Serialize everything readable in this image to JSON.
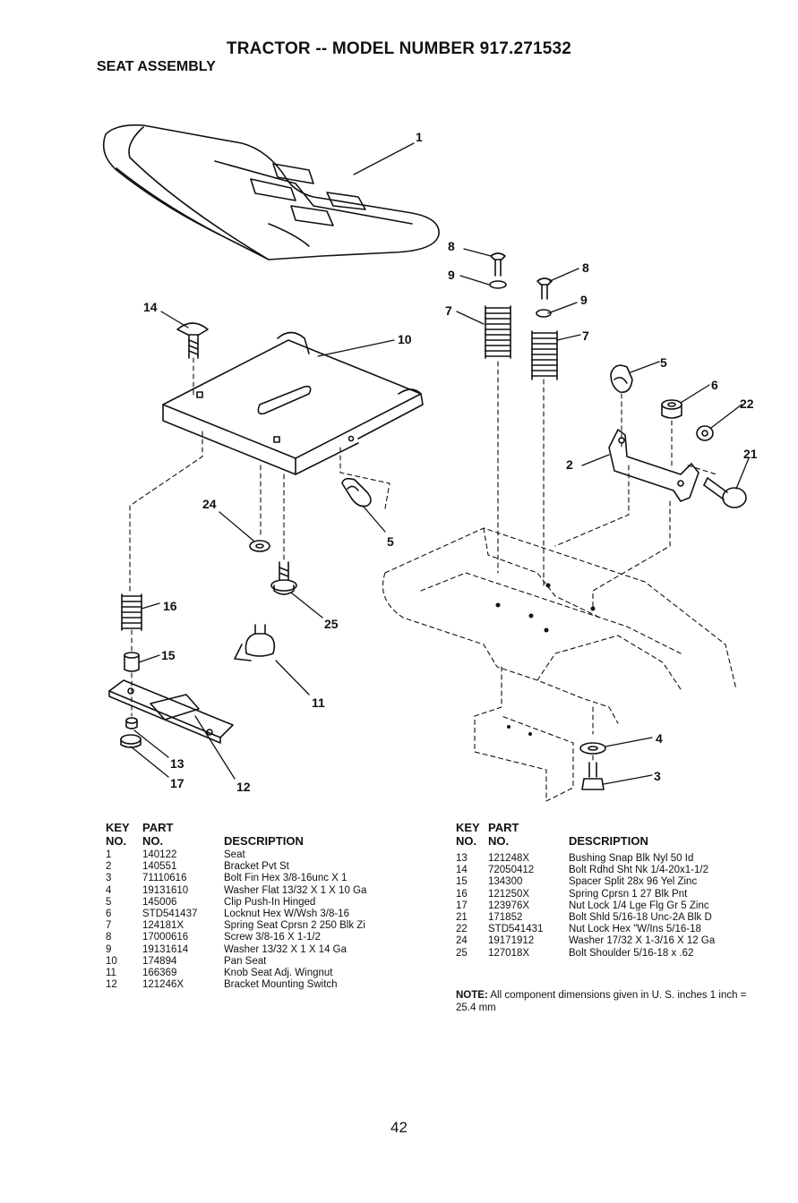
{
  "header": {
    "title": "TRACTOR -- MODEL NUMBER 917.271532",
    "subtitle": "SEAT ASSEMBLY"
  },
  "callouts": [
    "1",
    "14",
    "10",
    "24",
    "5",
    "16",
    "25",
    "15",
    "11",
    "13",
    "17",
    "12",
    "8",
    "9",
    "7",
    "8",
    "9",
    "7",
    "5",
    "6",
    "22",
    "2",
    "21",
    "4",
    "3"
  ],
  "parts_left": {
    "head_key": [
      "KEY",
      "NO."
    ],
    "head_part": [
      "PART",
      "NO."
    ],
    "head_desc": "DESCRIPTION",
    "rows": [
      {
        "key": "1",
        "part": "140122",
        "desc": "Seat"
      },
      {
        "key": "2",
        "part": "140551",
        "desc": "Bracket Pvt St"
      },
      {
        "key": "3",
        "part": "71110616",
        "desc": "Bolt Fin Hex 3/8-16unc X 1"
      },
      {
        "key": "4",
        "part": "19131610",
        "desc": "Washer Flat 13/32 X 1 X 10 Ga"
      },
      {
        "key": "5",
        "part": "145006",
        "desc": "Clip Push-In Hinged"
      },
      {
        "key": "6",
        "part": "STD541437",
        "desc": "Locknut Hex W/Wsh 3/8-16"
      },
      {
        "key": "7",
        "part": "124181X",
        "desc": "Spring Seat Cprsn 2 250 Blk Zi"
      },
      {
        "key": "8",
        "part": "17000616",
        "desc": "Screw 3/8-16 X 1-1/2"
      },
      {
        "key": "9",
        "part": "19131614",
        "desc": "Washer 13/32 X 1 X 14 Ga"
      },
      {
        "key": "10",
        "part": "174894",
        "desc": "Pan Seat"
      },
      {
        "key": "11",
        "part": "166369",
        "desc": "Knob Seat Adj. Wingnut"
      },
      {
        "key": "12",
        "part": "121246X",
        "desc": "Bracket Mounting Switch"
      }
    ]
  },
  "parts_right": {
    "head_key": [
      "KEY",
      "NO."
    ],
    "head_part": [
      "PART",
      "NO."
    ],
    "head_desc": "DESCRIPTION",
    "rows": [
      {
        "key": "13",
        "part": "121248X",
        "desc": "Bushing Snap Blk Nyl 50 Id"
      },
      {
        "key": "14",
        "part": "72050412",
        "desc": "Bolt Rdhd Sht Nk 1/4-20x1-1/2"
      },
      {
        "key": "15",
        "part": "134300",
        "desc": "Spacer Split 28x 96 Yel Zinc"
      },
      {
        "key": "16",
        "part": "121250X",
        "desc": "Spring Cprsn 1 27 Blk Pnt"
      },
      {
        "key": "17",
        "part": "123976X",
        "desc": "Nut Lock 1/4 Lge Flg Gr 5 Zinc"
      },
      {
        "key": "21",
        "part": "171852",
        "desc": "Bolt Shld 5/16-18 Unc-2A Blk D"
      },
      {
        "key": "22",
        "part": "STD541431",
        "desc": "Nut Lock Hex \"W/Ins 5/16-18"
      },
      {
        "key": "24",
        "part": "19171912",
        "desc": "Washer 17/32 X 1-3/16 X 12 Ga"
      },
      {
        "key": "25",
        "part": "127018X",
        "desc": "Bolt Shoulder 5/16-18 x .62"
      }
    ]
  },
  "note": {
    "label": "NOTE:",
    "text": "All component dimensions given in U. S. inches 1 inch = 25.4 mm"
  },
  "page_number": "42"
}
